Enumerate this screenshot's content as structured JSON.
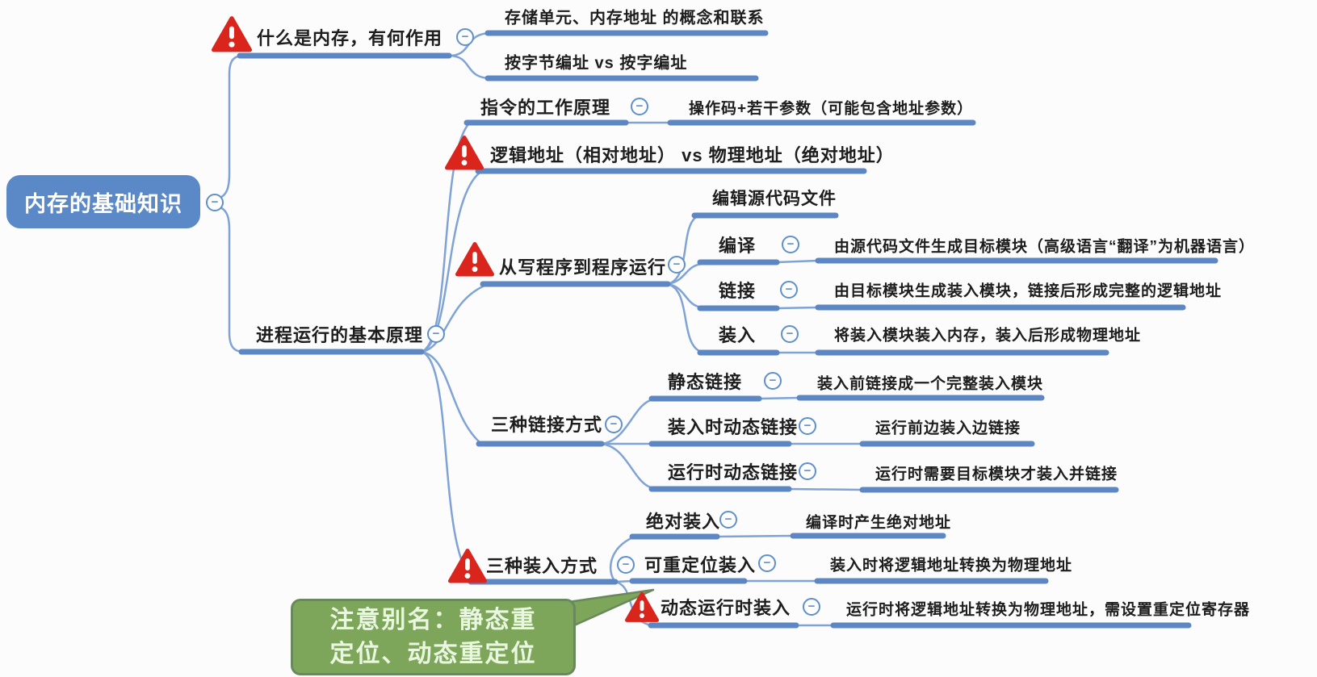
{
  "root": {
    "label": "内存的基础知识"
  },
  "topics": {
    "t1": {
      "label": "什么是内存，有何作用"
    },
    "t1a": {
      "label": "存储单元、内存地址 的概念和联系"
    },
    "t1b": {
      "label": "按字节编址 vs 按字编址"
    },
    "t2": {
      "label": "进程运行的基本原理"
    },
    "t2a": {
      "label": "指令的工作原理"
    },
    "t2a1": {
      "label": "操作码+若干参数（可能包含地址参数）"
    },
    "t2b": {
      "label": "逻辑地址（相对地址） vs 物理地址（绝对地址）"
    },
    "t2c": {
      "label": "从写程序到程序运行"
    },
    "t2c1": {
      "label": "编辑源代码文件"
    },
    "t2c2": {
      "label": "编译"
    },
    "t2c2d": {
      "label": "由源代码文件生成目标模块（高级语言“翻译”为机器语言）"
    },
    "t2c3": {
      "label": "链接"
    },
    "t2c3d": {
      "label": "由目标模块生成装入模块，链接后形成完整的逻辑地址"
    },
    "t2c4": {
      "label": "装入"
    },
    "t2c4d": {
      "label": "将装入模块装入内存，装入后形成物理地址"
    },
    "t2d": {
      "label": "三种链接方式"
    },
    "t2d1": {
      "label": "静态链接"
    },
    "t2d1d": {
      "label": "装入前链接成一个完整装入模块"
    },
    "t2d2": {
      "label": "装入时动态链接"
    },
    "t2d2d": {
      "label": "运行前边装入边链接"
    },
    "t2d3": {
      "label": "运行时动态链接"
    },
    "t2d3d": {
      "label": "运行时需要目标模块才装入并链接"
    },
    "t2e": {
      "label": "三种装入方式"
    },
    "t2e1": {
      "label": "绝对装入"
    },
    "t2e1d": {
      "label": "编译时产生绝对地址"
    },
    "t2e2": {
      "label": "可重定位装入"
    },
    "t2e2d": {
      "label": "装入时将逻辑地址转换为物理地址"
    },
    "t2e3": {
      "label": "动态运行时装入"
    },
    "t2e3d": {
      "label": "运行时将逻辑地址转换为物理地址，需设置重定位寄存器"
    }
  },
  "callout": {
    "lines": [
      "注意别名：静态重",
      "定位、动态重定位"
    ],
    "full_text": "注意别名：静态重定位、动态重定位"
  },
  "icons": {
    "collapse": "−",
    "warning": "!"
  },
  "colors": {
    "branch_blue": "#5d87c3",
    "curve_blue": "#7fa3d6",
    "root_fill": "#5b89c8",
    "warning_red": "#da251c",
    "callout_fill": "#7da65a",
    "callout_border": "#69885c",
    "callout_text": "#eaf7e0",
    "label_text": "#1d1d1d"
  }
}
